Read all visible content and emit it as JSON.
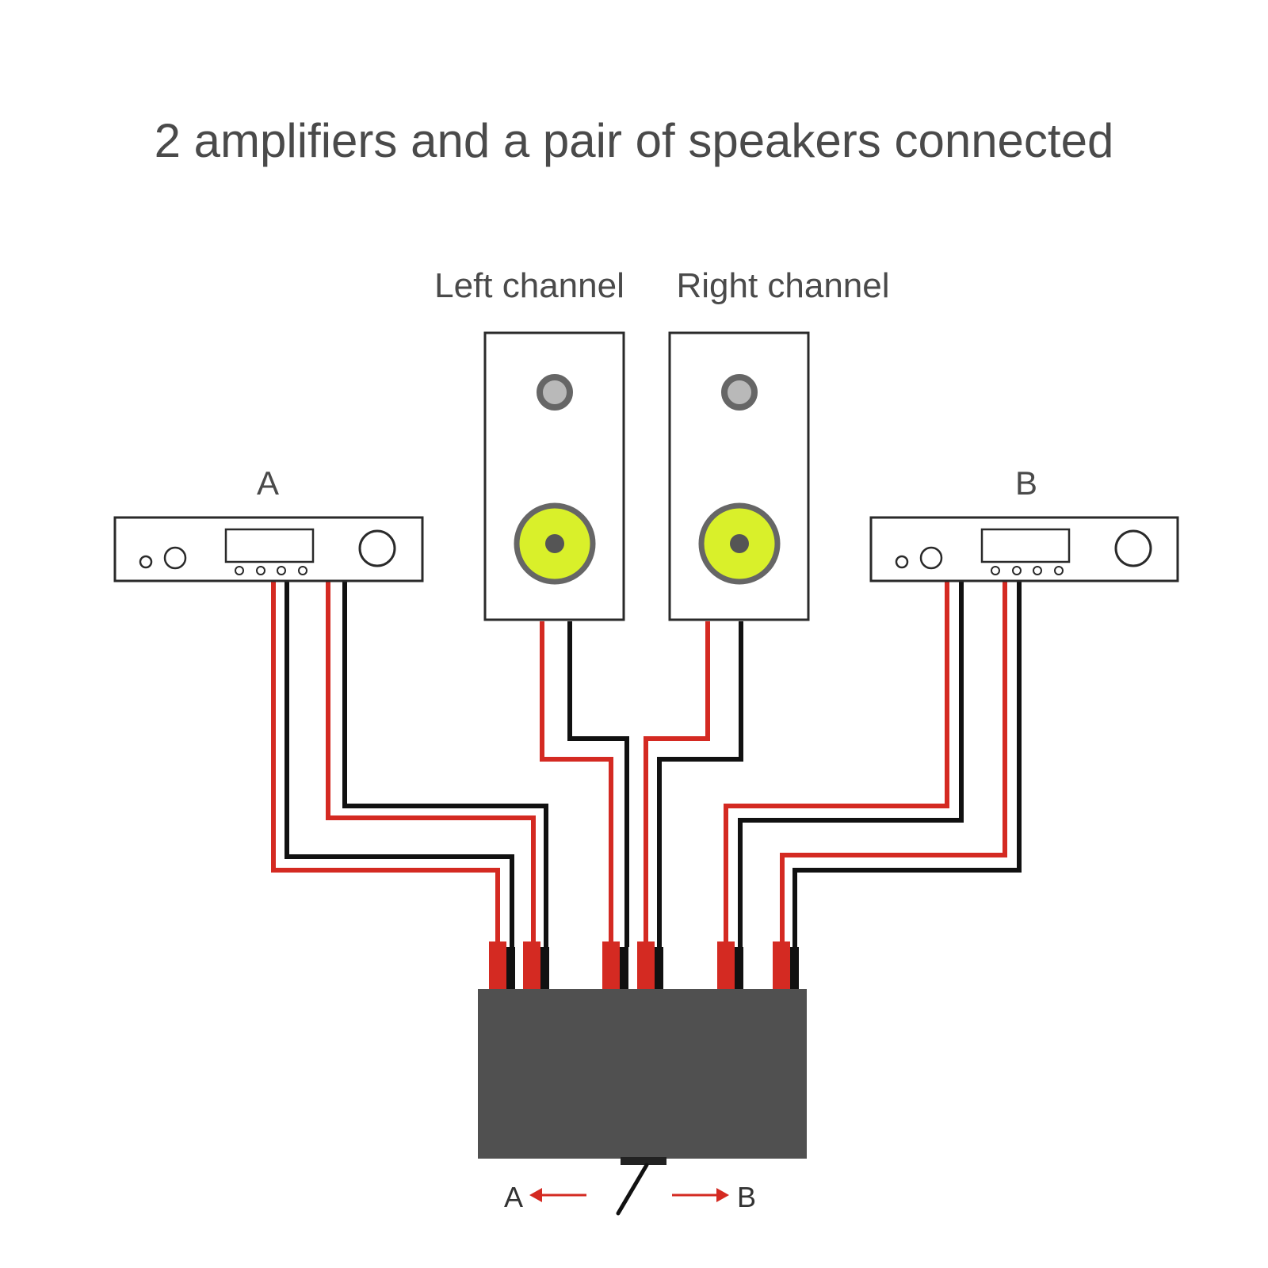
{
  "title": "2 amplifiers and a pair of speakers connected",
  "speakers": {
    "left_label": "Left channel",
    "right_label": "Right channel"
  },
  "amplifiers": {
    "a_label": "A",
    "b_label": "B"
  },
  "switch": {
    "left_arrow_label": "A",
    "right_arrow_label": "B"
  },
  "colors": {
    "wire_positive": "#d42a22",
    "wire_negative": "#111111",
    "switch_body": "#505050",
    "woofer": "#d9f02a",
    "outline": "#2a2a2a",
    "text": "#4a4a4a"
  },
  "icons": [
    "amplifier-icon",
    "speaker-icon",
    "selector-switch-icon",
    "arrow-left-icon",
    "arrow-right-icon"
  ]
}
